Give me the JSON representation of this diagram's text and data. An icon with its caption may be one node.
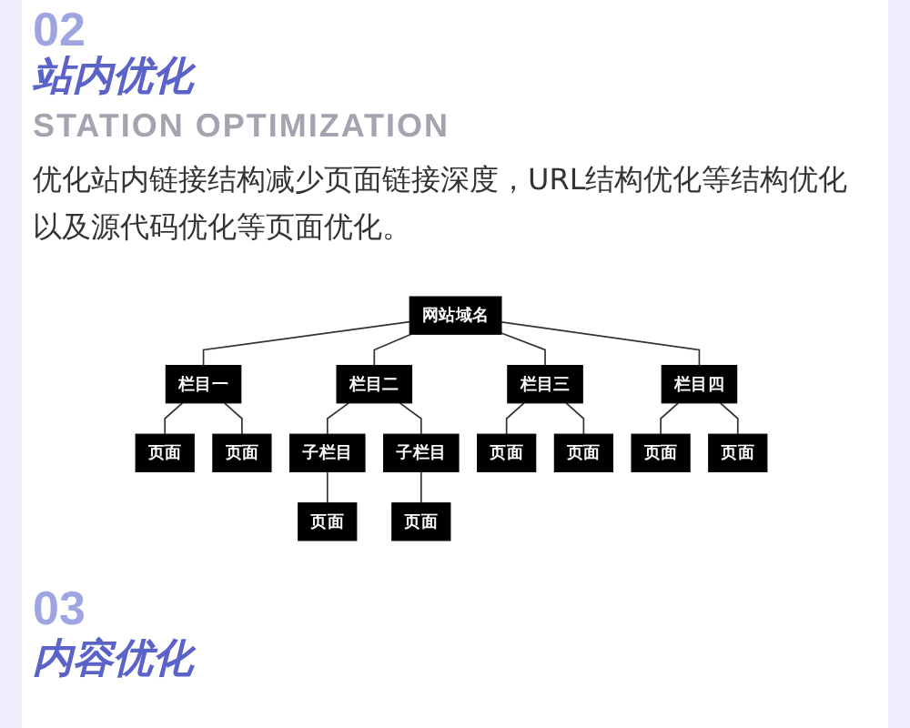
{
  "diagram": {
    "title": "站内优化",
    "nodes": [
      {
        "text": [
          "网站域名"
        ]
      },
      {
        "text": [
          "栏目一"
        ]
      },
      {
        "text": [
          "栏目二"
        ]
      },
      {
        "text": [
          "栏目三"
        ]
      },
      {
        "text": [
          "栏目四"
        ]
      },
      {
        "text": [
          "页面"
        ]
      },
      {
        "text": [
          "页面"
        ]
      },
      {
        "text": [
          "子栏目"
        ]
      },
      {
        "text": [
          "子栏目"
        ]
      },
      {
        "text": [
          "页面"
        ]
      },
      {
        "text": [
          "页面"
        ]
      },
      {
        "text": [
          "页面"
        ]
      },
      {
        "text": [
          "页面"
        ]
      },
      {
        "text": [
          "页面"
        ]
      },
      {
        "text": [
          "页面"
        ]
      }
    ],
    "edges": [
      {
        "from": 0,
        "to": 1,
        "arrow": "none"
      },
      {
        "from": 0,
        "to": 2,
        "arrow": "none"
      },
      {
        "from": 0,
        "to": 3,
        "arrow": "none"
      },
      {
        "from": 0,
        "to": 4,
        "arrow": "none"
      },
      {
        "from": 1,
        "to": 5,
        "arrow": "none"
      },
      {
        "from": 1,
        "to": 6,
        "arrow": "none"
      },
      {
        "from": 2,
        "to": 7,
        "arrow": "none"
      },
      {
        "from": 2,
        "to": 8,
        "arrow": "none"
      },
      {
        "from": 3,
        "to": 9,
        "arrow": "none"
      },
      {
        "from": 3,
        "to": 10,
        "arrow": "none"
      },
      {
        "from": 4,
        "to": 11,
        "arrow": "none"
      },
      {
        "from": 4,
        "to": 12,
        "arrow": "none"
      },
      {
        "from": 7,
        "to": 13,
        "arrow": "none"
      },
      {
        "from": 8,
        "to": 14,
        "arrow": "none"
      }
    ],
    "labels": [
      "02",
      "STATION OPTIMIZATION",
      "优化站内链接结构减少页面链接深度，URL结构优化等结构优化以及源代码优化等页面优化。",
      "03",
      "内容优化"
    ]
  }
}
